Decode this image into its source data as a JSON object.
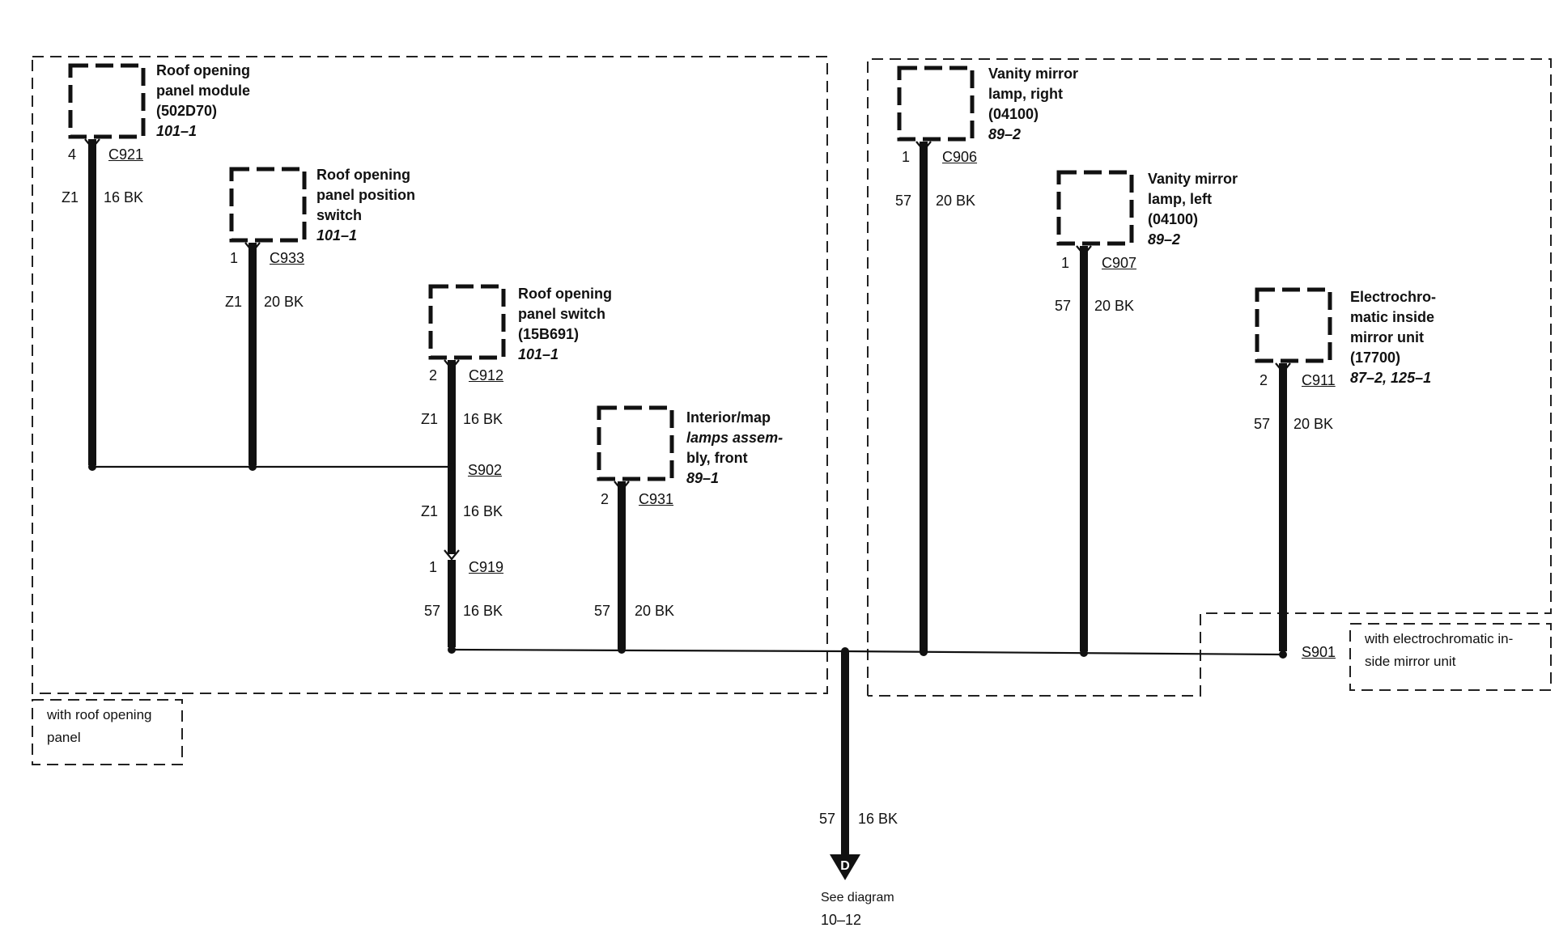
{
  "notes": {
    "roof_opening": {
      "line1": "with roof opening",
      "line2": "panel"
    },
    "electrochromic": {
      "line1": "with electrochromatic in-",
      "line2": "side mirror unit"
    }
  },
  "components": {
    "roof_module": {
      "name1": "Roof opening",
      "name2": "panel module",
      "part": "(502D70)",
      "ref": "101–1",
      "pin": "4",
      "connector": "C921"
    },
    "roof_position_switch": {
      "name1": "Roof opening",
      "name2": "panel position",
      "name3": "switch",
      "ref": "101–1",
      "pin": "1",
      "connector": "C933"
    },
    "roof_switch": {
      "name1": "Roof opening",
      "name2": "panel switch",
      "part": "(15B691)",
      "ref": "101–1",
      "pin": "2",
      "connector": "C912"
    },
    "interior_map_lamps": {
      "name1": "Interior/map",
      "name2": "lamps assem-",
      "name3": "bly, front",
      "ref": "89–1",
      "pin": "2",
      "connector": "C931"
    },
    "vanity_right": {
      "name1": "Vanity mirror",
      "name2": "lamp, right",
      "part": "(04100)",
      "ref": "89–2",
      "pin": "1",
      "connector": "C906"
    },
    "vanity_left": {
      "name1": "Vanity mirror",
      "name2": "lamp, left",
      "part": "(04100)",
      "ref": "89–2",
      "pin": "1",
      "connector": "C907"
    },
    "electrochromic_mirror": {
      "name1": "Electrochro-",
      "name2": "matic inside",
      "name3": "mirror unit",
      "part": "(17700)",
      "ref": "87–2, 125–1",
      "pin": "2",
      "connector": "C911"
    }
  },
  "wires": {
    "w_c921": {
      "circuit": "Z1",
      "gauge_color": "16 BK"
    },
    "w_c933": {
      "circuit": "Z1",
      "gauge_color": "20 BK"
    },
    "w_c912": {
      "circuit": "Z1",
      "gauge_color": "16 BK"
    },
    "w_s902_c919": {
      "circuit": "Z1",
      "gauge_color": "16 BK"
    },
    "w_c919": {
      "circuit": "57",
      "gauge_color": "16 BK"
    },
    "w_c931": {
      "circuit": "57",
      "gauge_color": "20 BK"
    },
    "w_c906": {
      "circuit": "57",
      "gauge_color": "20 BK"
    },
    "w_c907": {
      "circuit": "57",
      "gauge_color": "20 BK"
    },
    "w_c911": {
      "circuit": "57",
      "gauge_color": "20 BK"
    },
    "w_ground": {
      "circuit": "57",
      "gauge_color": "16 BK"
    }
  },
  "inline_connector": {
    "pin": "1",
    "connector": "C919"
  },
  "splices": {
    "s902": "S902",
    "s901": "S901"
  },
  "ground_ref": {
    "letter": "D",
    "text": "See diagram",
    "page": "10–12"
  },
  "colors": {
    "ink": "#111111",
    "background": "#ffffff"
  }
}
